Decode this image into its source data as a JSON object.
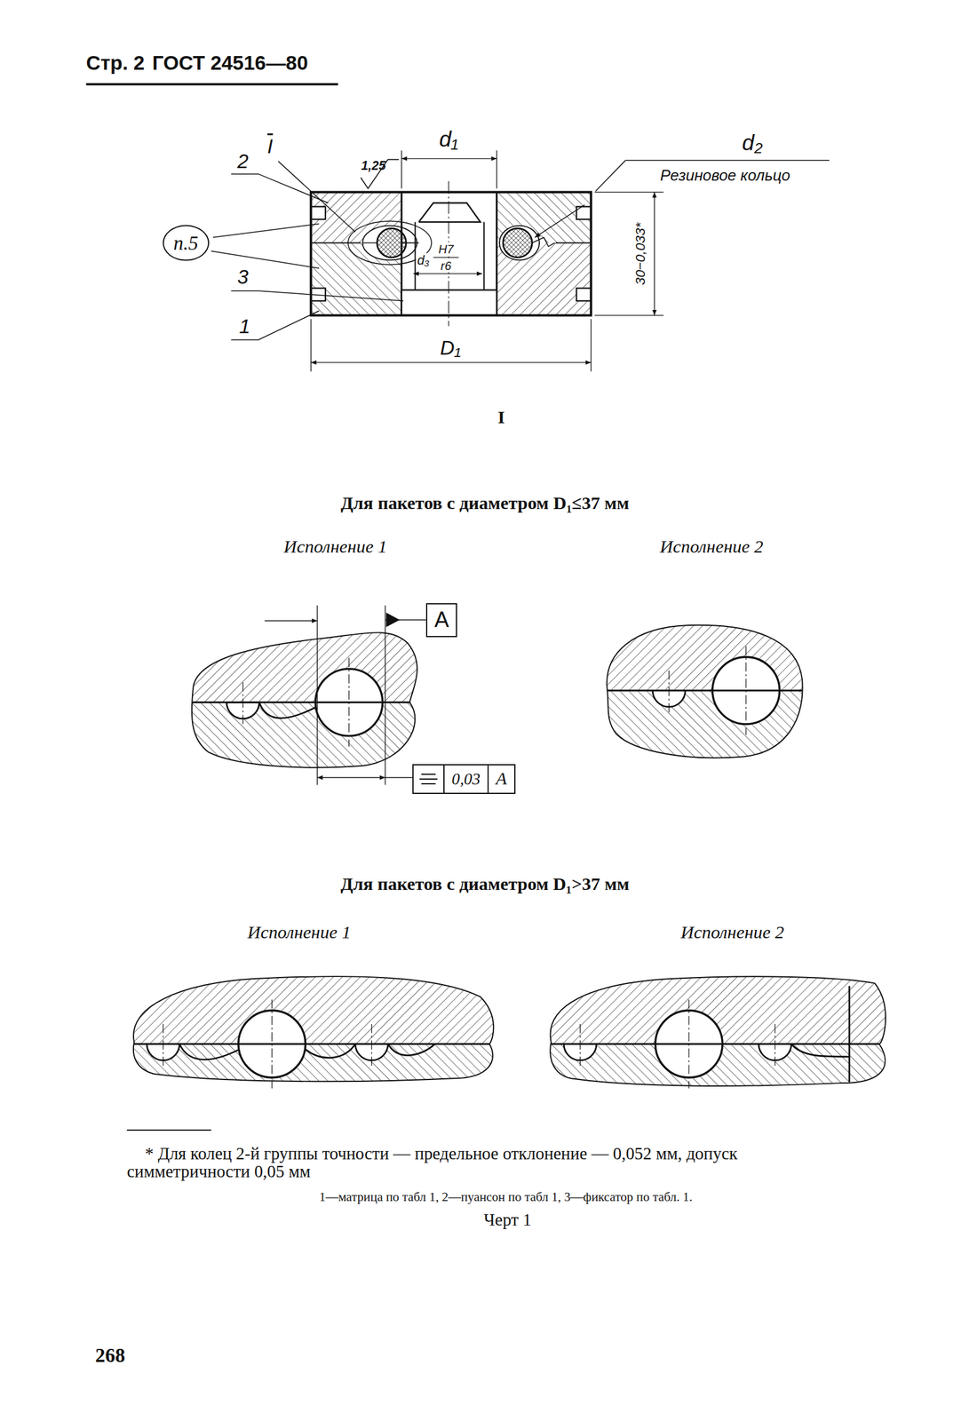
{
  "diagram": {
    "nodes": [
      {
        "text": [
          "п.5"
        ]
      },
      {
        "text": [
          "A"
        ]
      },
      {
        "text": [
          "0,03",
          "A"
        ]
      }
    ],
    "labels": [
      "Стр. 2",
      "ГОСТ 24516—80",
      "I",
      "2",
      "1,25",
      "d₁",
      "d₂",
      "Резиновое кольцо",
      "3",
      "1",
      "d₃",
      "H7",
      "r6",
      "30−0,033*",
      "D₁",
      "I",
      "Для пакетов с диаметром D₁≤37 мм",
      "Исполнение 1",
      "Исполнение 2",
      "Для пакетов с диаметром D₁>37 мм",
      "Исполнение 1",
      "Исполнение 2",
      "* Для колец 2-й группы точности — предельное отклонение — 0,052 мм, допуск симметричности 0,05 мм",
      "1—матрица по табл 1, 2—пуансон по табл 1, 3—фиксатор по табл. 1.",
      "Черт 1",
      "268"
    ]
  }
}
